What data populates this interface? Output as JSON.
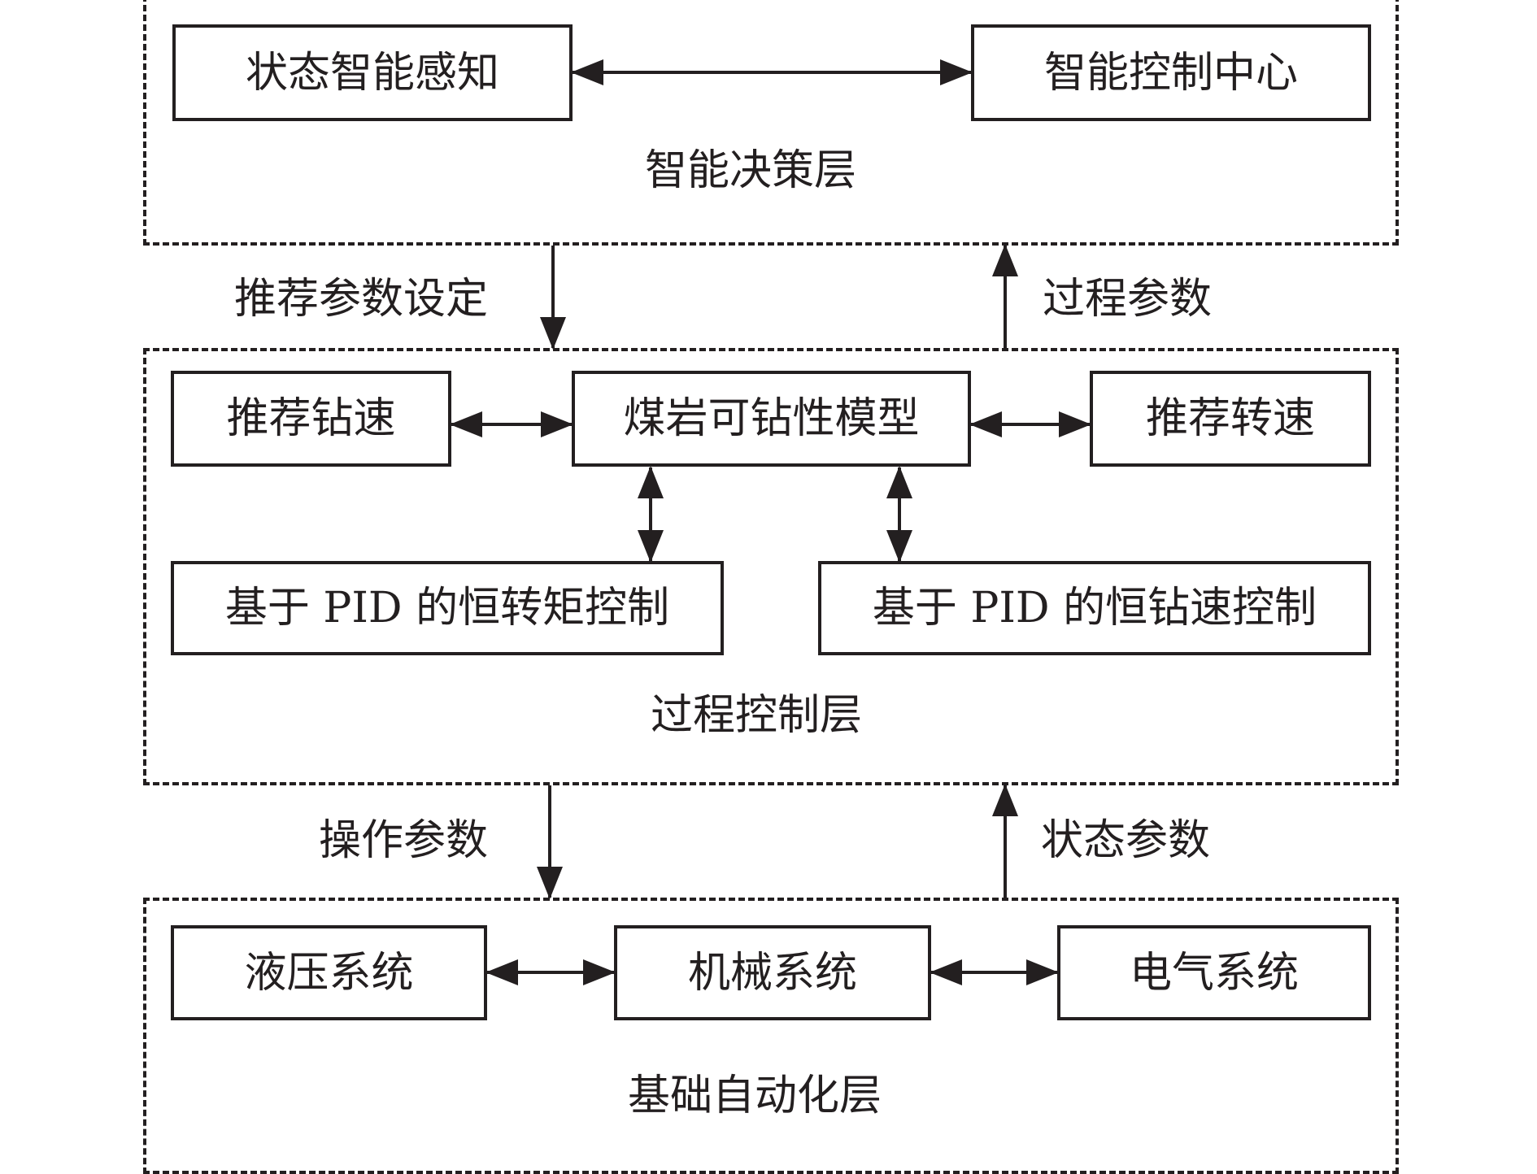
{
  "decision_layer": {
    "title": "智能决策层",
    "state_perception": "状态智能感知",
    "control_center": "智能控制中心"
  },
  "process_layer": {
    "title": "过程控制层",
    "recommend_drill_speed": "推荐钻速",
    "drillability_model": "煤岩可钻性模型",
    "recommend_rotation_speed": "推荐转速",
    "pid_constant_torque": "基于 PID 的恒转矩控制",
    "pid_constant_drill_speed": "基于 PID 的恒钻速控制"
  },
  "automation_layer": {
    "title": "基础自动化层",
    "hydraulic_system": "液压系统",
    "mechanical_system": "机械系统",
    "electrical_system": "电气系统"
  },
  "flows": {
    "recommended_params": "推荐参数设定",
    "process_params": "过程参数",
    "operation_params": "操作参数",
    "state_params": "状态参数"
  }
}
